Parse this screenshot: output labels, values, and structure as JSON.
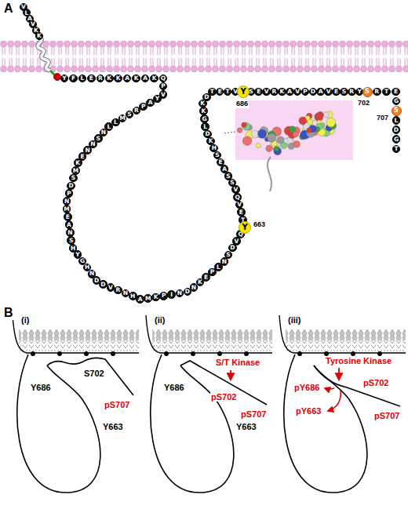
{
  "diagram": {
    "nodes": [
      {
        "text": [
          "V"
        ]
      },
      {
        "text": [
          "L"
        ]
      },
      {
        "text": [
          "A"
        ]
      },
      {
        "text": [
          "V"
        ]
      },
      {
        "text": [
          "K"
        ]
      },
      {
        "text": [
          "K"
        ]
      },
      {
        "text": [
          "Y"
        ]
      },
      {
        "text": [
          "F"
        ]
      },
      {
        "text": [
          "L"
        ]
      },
      {
        "text": [
          "E"
        ]
      },
      {
        "text": [
          "R"
        ]
      },
      {
        "text": [
          "K"
        ]
      },
      {
        "text": [
          "K"
        ]
      },
      {
        "text": [
          "A"
        ]
      },
      {
        "text": [
          "K"
        ]
      },
      {
        "text": [
          "A"
        ]
      },
      {
        "text": [
          "K"
        ]
      },
      {
        "text": [
          "Q"
        ]
      },
      {
        "text": [
          "P"
        ]
      },
      {
        "text": [
          "V"
        ]
      },
      {
        "text": [
          "Y"
        ]
      },
      {
        "text": [
          "A"
        ]
      },
      {
        "text": [
          "P"
        ]
      },
      {
        "text": [
          "R"
        ]
      },
      {
        "text": [
          "S"
        ]
      },
      {
        "text": [
          "M"
        ]
      },
      {
        "text": [
          "L"
        ]
      },
      {
        "text": [
          "L"
        ]
      },
      {
        "text": [
          "N"
        ]
      },
      {
        "text": [
          "S"
        ]
      },
      {
        "text": [
          "N"
        ]
      },
      {
        "text": [
          "N"
        ]
      },
      {
        "text": [
          "E"
        ]
      },
      {
        "text": [
          "K"
        ]
      },
      {
        "text": [
          "M"
        ]
      },
      {
        "text": [
          "S"
        ]
      },
      {
        "text": [
          "D"
        ]
      },
      {
        "text": [
          "P"
        ]
      },
      {
        "text": [
          "N"
        ]
      },
      {
        "text": [
          "M"
        ]
      },
      {
        "text": [
          "E"
        ]
      },
      {
        "text": [
          "A"
        ]
      },
      {
        "text": [
          "N"
        ]
      },
      {
        "text": [
          "S"
        ]
      },
      {
        "text": [
          "H"
        ]
      },
      {
        "text": [
          "Y"
        ]
      },
      {
        "text": [
          "G"
        ]
      },
      {
        "text": [
          "H"
        ]
      },
      {
        "text": [
          "N"
        ]
      },
      {
        "text": [
          "D"
        ]
      },
      {
        "text": [
          "D"
        ]
      },
      {
        "text": [
          "V"
        ]
      },
      {
        "text": [
          "R"
        ]
      },
      {
        "text": [
          "N"
        ]
      },
      {
        "text": [
          "H"
        ]
      },
      {
        "text": [
          "A"
        ]
      },
      {
        "text": [
          "M"
        ]
      },
      {
        "text": [
          "K"
        ]
      },
      {
        "text": [
          "P"
        ]
      },
      {
        "text": [
          "I"
        ]
      },
      {
        "text": [
          "N"
        ]
      },
      {
        "text": [
          "D"
        ]
      },
      {
        "text": [
          "N"
        ]
      },
      {
        "text": [
          "K"
        ]
      },
      {
        "text": [
          "E"
        ]
      },
      {
        "text": [
          "P"
        ]
      },
      {
        "text": [
          "L"
        ]
      },
      {
        "text": [
          "N"
        ]
      },
      {
        "text": [
          "S"
        ]
      },
      {
        "text": [
          "D"
        ]
      },
      {
        "text": [
          "V"
        ]
      },
      {
        "text": [
          "Q"
        ]
      },
      {
        "text": [
          "Y"
        ]
      },
      {
        "text": [
          "T"
        ]
      },
      {
        "text": [
          "E"
        ]
      },
      {
        "text": [
          "V"
        ]
      },
      {
        "text": [
          "Q"
        ]
      },
      {
        "text": [
          "V"
        ]
      },
      {
        "text": [
          "S"
        ]
      },
      {
        "text": [
          "S"
        ]
      },
      {
        "text": [
          "A"
        ]
      },
      {
        "text": [
          "E"
        ]
      },
      {
        "text": [
          "S"
        ]
      },
      {
        "text": [
          "H"
        ]
      },
      {
        "text": [
          "K"
        ]
      },
      {
        "text": [
          "D"
        ]
      },
      {
        "text": [
          "L"
        ]
      },
      {
        "text": [
          "G"
        ]
      },
      {
        "text": [
          "K"
        ]
      },
      {
        "text": [
          "K"
        ]
      },
      {
        "text": [
          "D"
        ]
      },
      {
        "text": [
          "T"
        ]
      },
      {
        "text": [
          "E"
        ]
      },
      {
        "text": [
          "T"
        ]
      },
      {
        "text": [
          "V"
        ]
      },
      {
        "text": [
          "Y"
        ]
      },
      {
        "text": [
          "S"
        ]
      },
      {
        "text": [
          "E"
        ]
      },
      {
        "text": [
          "V"
        ]
      },
      {
        "text": [
          "R"
        ]
      },
      {
        "text": [
          "K"
        ]
      },
      {
        "text": [
          "A"
        ]
      },
      {
        "text": [
          "V"
        ]
      },
      {
        "text": [
          "P"
        ]
      },
      {
        "text": [
          "D"
        ]
      },
      {
        "text": [
          "A"
        ]
      },
      {
        "text": [
          "V"
        ]
      },
      {
        "text": [
          "E"
        ]
      },
      {
        "text": [
          "S"
        ]
      },
      {
        "text": [
          "R"
        ]
      },
      {
        "text": [
          "Y"
        ]
      },
      {
        "text": [
          "S"
        ]
      },
      {
        "text": [
          "R"
        ]
      },
      {
        "text": [
          "T"
        ]
      },
      {
        "text": [
          "E"
        ]
      },
      {
        "text": [
          "G"
        ]
      },
      {
        "text": [
          "S"
        ]
      },
      {
        "text": [
          "L"
        ]
      },
      {
        "text": [
          "D"
        ]
      },
      {
        "text": [
          "G"
        ]
      },
      {
        "text": [
          "T"
        ]
      }
    ],
    "labels": [
      "A",
      "686",
      "663",
      "702",
      "707",
      "B",
      "(i)",
      "Y686",
      "S702",
      "pS707",
      "Y663",
      "(ii)",
      "Y686",
      "S/T Kinase",
      "pS702",
      "pS707",
      "Y663",
      "(iii)",
      "Tyrosine Kinase",
      "pY686",
      "pS702",
      "pY663",
      "pS707"
    ]
  }
}
